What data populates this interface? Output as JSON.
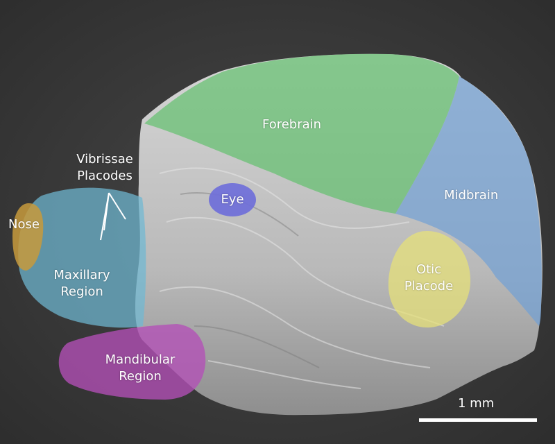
{
  "colors": {
    "background": "#3d3d3d",
    "tissue": "#c6c6c6",
    "forebrain": "#5fbf6a",
    "midbrain": "#6f9fd6",
    "otic_placode": "#e6e07a",
    "maxillary": "#6fb9d3",
    "mandibular": "#b44fb7",
    "eye": "#6f6fd9",
    "nose": "#c79a3c",
    "label_text": "#ffffff"
  },
  "labels": {
    "forebrain": "Forebrain",
    "midbrain": "Midbrain",
    "otic_placode": [
      "Otic",
      "Placode"
    ],
    "eye": "Eye",
    "vibrissae_placodes": [
      "Vibrissae",
      "Placodes"
    ],
    "nose": "Nose",
    "maxillary_region": [
      "Maxillary",
      "Region"
    ],
    "mandibular_region": [
      "Mandibular",
      "Region"
    ]
  },
  "scale_bar": {
    "label": "1 mm"
  }
}
